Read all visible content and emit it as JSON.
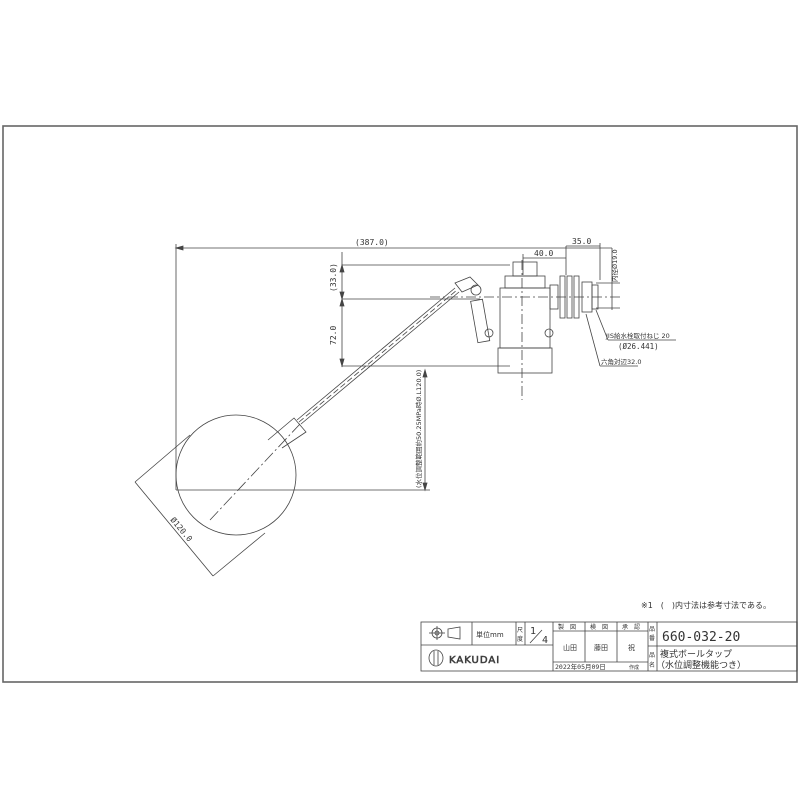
{
  "drawing": {
    "dimensions": {
      "overall_length": "(387.0)",
      "top_offset": "(33.0)",
      "height_72": "72.0",
      "body_40": "40.0",
      "thread_35": "35.0",
      "inner_diameter": "内径Ø19.0",
      "float_depth": "(水位調整範囲約50.25MPa時Ø.L120.0)",
      "ball_diameter": "Ø120.0",
      "jis_thread": "JIS給水栓取付ねじ 20",
      "jis_thread_sub": "(Ø26.441)",
      "hex_width": "六角対辺32.0"
    },
    "note": "※1　(　)内寸法は参考寸法である。"
  },
  "title_block": {
    "unit_label": "単位mm",
    "scale_label_1": "尺",
    "scale_label_2": "度",
    "scale_num": "1",
    "scale_den": "4",
    "headers": [
      "製　図",
      "検　図",
      "承　認"
    ],
    "names": [
      "山田",
      "藤田",
      "祝"
    ],
    "date": "2022年05月09日",
    "date_suffix": "作成",
    "part_no_label_1": "品",
    "part_no_label_2": "番",
    "part_no": "660-032-20",
    "part_name_label_1": "品",
    "part_name_label_2": "名",
    "part_name_1": "複式ボールタップ",
    "part_name_2": "（水位調整機能つき）",
    "brand": "KAKUDAI"
  }
}
